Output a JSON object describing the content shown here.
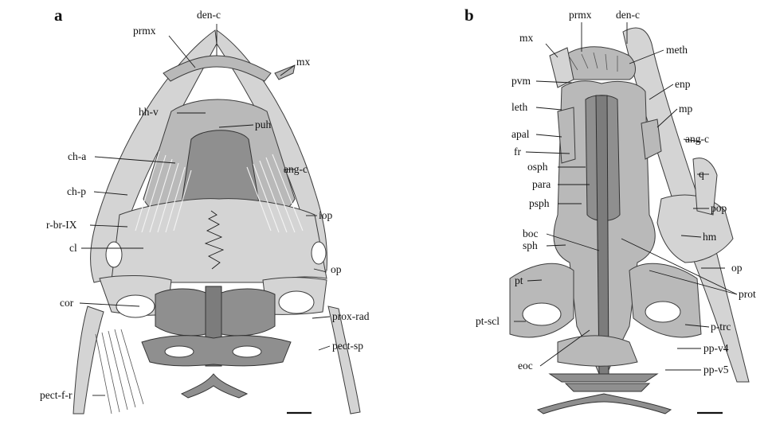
{
  "panels": [
    {
      "letter": "a",
      "labels": [
        "den-c",
        "prmx",
        "mx",
        "hh-v",
        "puh",
        "ch-a",
        "ang-c",
        "ch-p",
        "iop",
        "r-br-IX",
        "cl",
        "op",
        "cor",
        "prox-rad",
        "pect-sp",
        "pect-f-r"
      ]
    },
    {
      "letter": "b",
      "labels": [
        "prmx",
        "den-c",
        "mx",
        "meth",
        "pvm",
        "enp",
        "leth",
        "mp",
        "apal",
        "ang-c",
        "fr",
        "osph",
        "q",
        "para",
        "psph",
        "pop",
        "boc",
        "sph",
        "hm",
        "pt",
        "op",
        "prot",
        "pt-scl",
        "p-trc",
        "eoc",
        "pp-v4",
        "pp-v5"
      ]
    }
  ],
  "colors": {
    "light_bone": "#d4d4d4",
    "mid_bone": "#b9b9b9",
    "dark_bone": "#8f8f8f",
    "outline": "#3c3c3c"
  }
}
